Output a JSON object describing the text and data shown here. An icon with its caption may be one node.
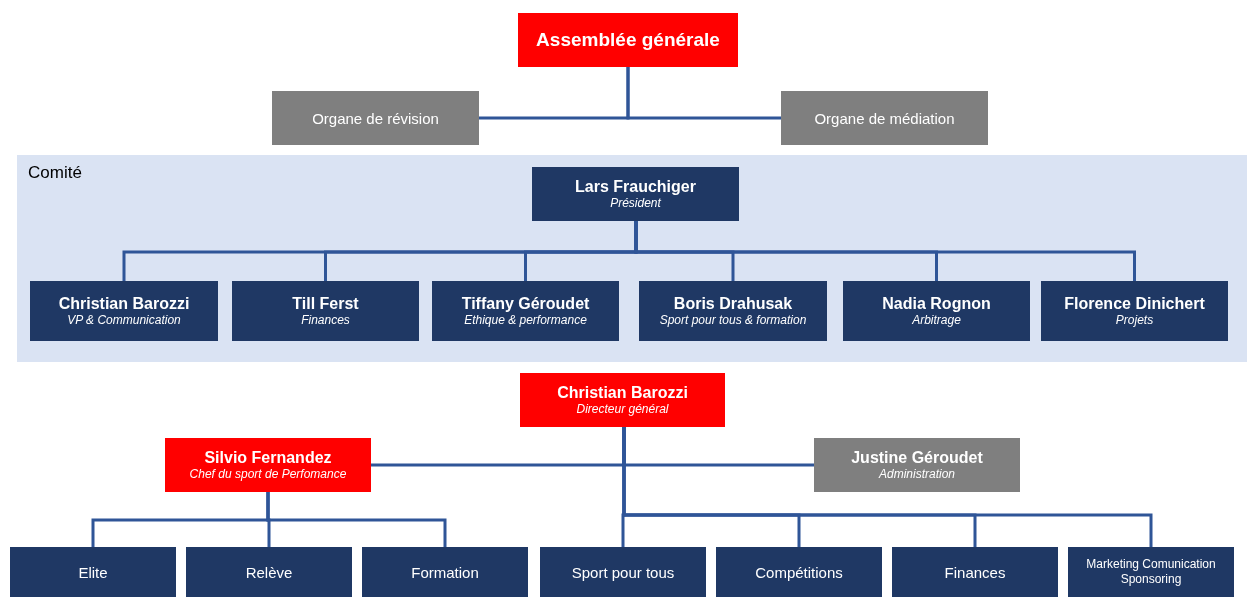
{
  "diagram": {
    "nodes": [
      {
        "text": [
          "Assemblée générale"
        ]
      },
      {
        "text": [
          "Organe de révision"
        ]
      },
      {
        "text": [
          "Organe de médiation"
        ]
      },
      {
        "text": [
          "Comité"
        ]
      },
      {
        "text": [
          "Lars Frauchiger",
          "Président"
        ],
        "in": 3
      },
      {
        "text": [
          "Christian Barozzi",
          "VP & Communication"
        ],
        "in": 3
      },
      {
        "text": [
          "Till Ferst",
          "Finances"
        ],
        "in": 3
      },
      {
        "text": [
          "Tiffany Géroudet",
          "Ethique & performance"
        ],
        "in": 3
      },
      {
        "text": [
          "Boris Drahusak",
          "Sport pour tous & formation"
        ],
        "in": 3
      },
      {
        "text": [
          "Nadia Rognon",
          "Arbitrage"
        ],
        "in": 3
      },
      {
        "text": [
          "Florence Dinichert",
          "Projets"
        ],
        "in": 3
      },
      {
        "text": [
          "Christian Barozzi",
          "Directeur général"
        ]
      },
      {
        "text": [
          "Silvio Fernandez",
          "Chef du sport de Perfomance"
        ]
      },
      {
        "text": [
          "Justine Géroudet",
          "Administration"
        ]
      },
      {
        "text": [
          "Elite"
        ]
      },
      {
        "text": [
          "Relève"
        ]
      },
      {
        "text": [
          "Formation"
        ]
      },
      {
        "text": [
          "Sport pour tous"
        ]
      },
      {
        "text": [
          "Compétitions"
        ]
      },
      {
        "text": [
          "Finances"
        ]
      },
      {
        "text": [
          "Marketing Comunication Sponsoring"
        ]
      }
    ],
    "edges": [
      {
        "from": 0,
        "to": 1,
        "arrow": "none"
      },
      {
        "from": 0,
        "to": 2,
        "arrow": "none"
      },
      {
        "from": 4,
        "to": 5,
        "arrow": "none"
      },
      {
        "from": 4,
        "to": 6,
        "arrow": "none"
      },
      {
        "from": 4,
        "to": 7,
        "arrow": "none"
      },
      {
        "from": 4,
        "to": 8,
        "arrow": "none"
      },
      {
        "from": 4,
        "to": 9,
        "arrow": "none"
      },
      {
        "from": 4,
        "to": 10,
        "arrow": "none"
      },
      {
        "from": 11,
        "to": 12,
        "arrow": "none"
      },
      {
        "from": 11,
        "to": 13,
        "arrow": "none"
      },
      {
        "from": 12,
        "to": 14,
        "arrow": "none"
      },
      {
        "from": 12,
        "to": 15,
        "arrow": "none"
      },
      {
        "from": 12,
        "to": 16,
        "arrow": "none"
      },
      {
        "from": 11,
        "to": 17,
        "arrow": "none"
      },
      {
        "from": 11,
        "to": 18,
        "arrow": "none"
      },
      {
        "from": 11,
        "to": 19,
        "arrow": "none"
      },
      {
        "from": 11,
        "to": 20,
        "arrow": "none"
      }
    ]
  }
}
